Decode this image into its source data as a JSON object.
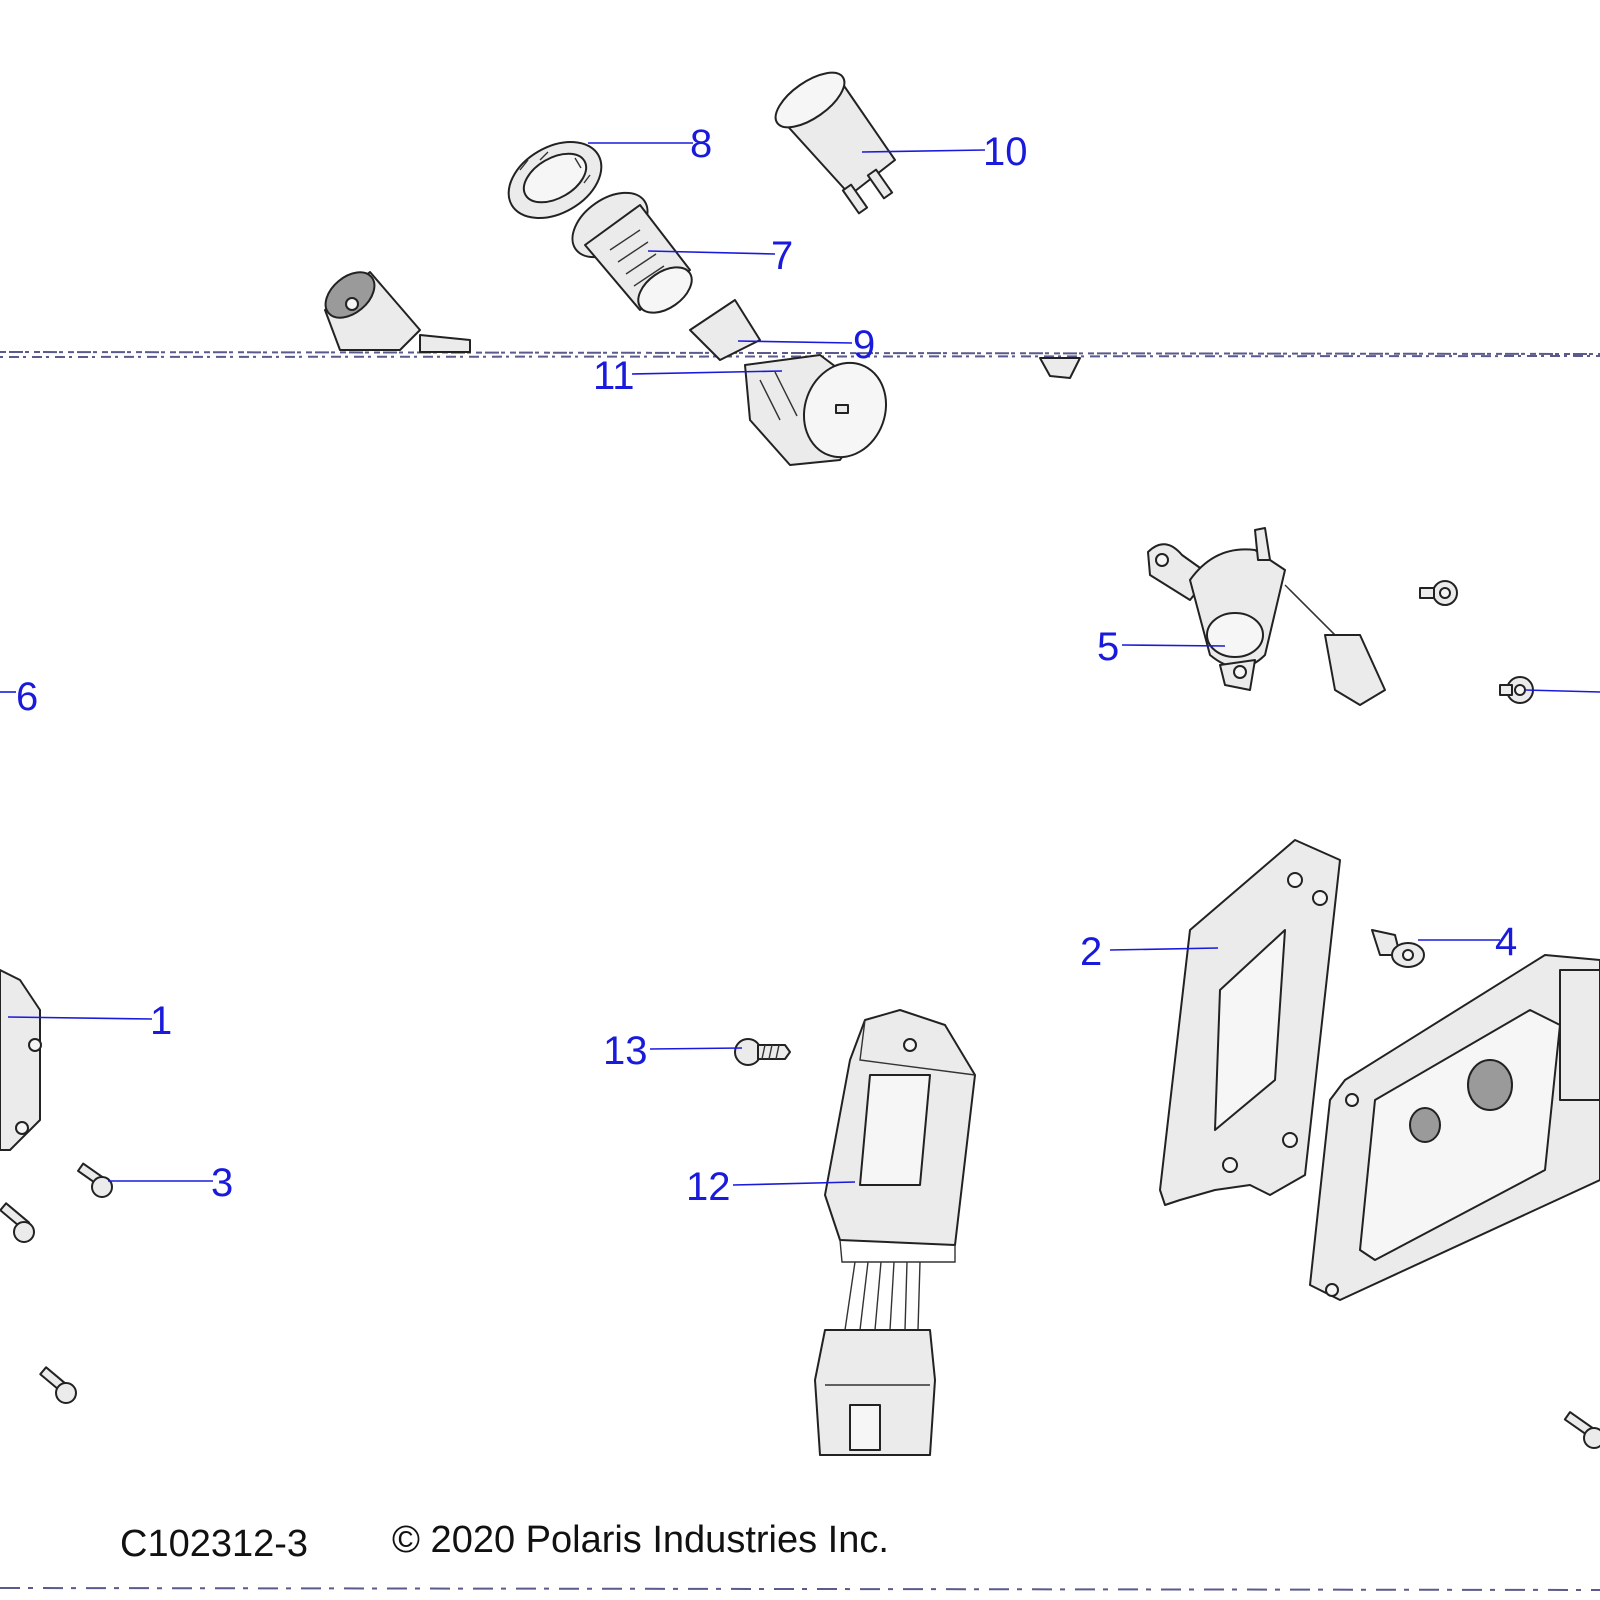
{
  "drawing_number": "C102312-3",
  "copyright": "© 2020 Polaris Industries Inc.",
  "callouts": {
    "c1": "1",
    "c2": "2",
    "c3": "3",
    "c4": "4",
    "c5": "5",
    "c6": "6",
    "c7": "7",
    "c8": "8",
    "c9": "9",
    "c10": "10",
    "c11": "11",
    "c12": "12",
    "c13": "13"
  },
  "colors": {
    "callout": "#1a1adc",
    "line_art": "#222222"
  }
}
